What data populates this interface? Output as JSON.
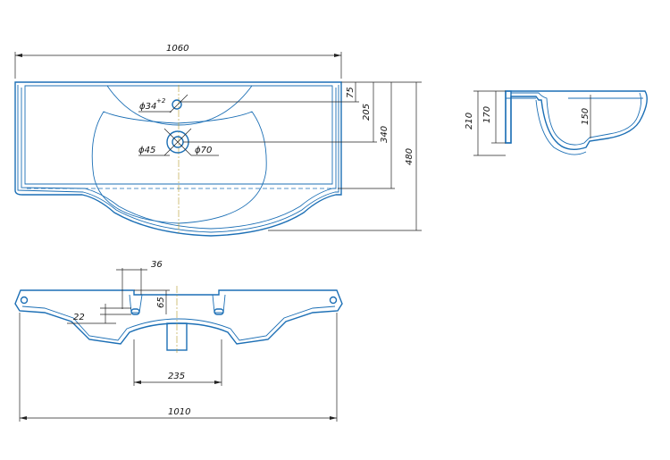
{
  "colors": {
    "outline": "#1c6fb5",
    "dimension": "#222222",
    "background": "#ffffff"
  },
  "top_view": {
    "width": "1060",
    "tap_hole": "ϕ34",
    "tap_hole_tol": "+2",
    "drain_inner": "ϕ45",
    "drain_outer": "ϕ70",
    "d_75": "75",
    "d_205": "205",
    "d_340": "340",
    "d_480": "480"
  },
  "side_view": {
    "h_210": "210",
    "h_170": "170",
    "depth_150": "150"
  },
  "front_view": {
    "d_36": "36",
    "d_65": "65",
    "d_22": "22",
    "d_235": "235",
    "d_1010": "1010"
  }
}
